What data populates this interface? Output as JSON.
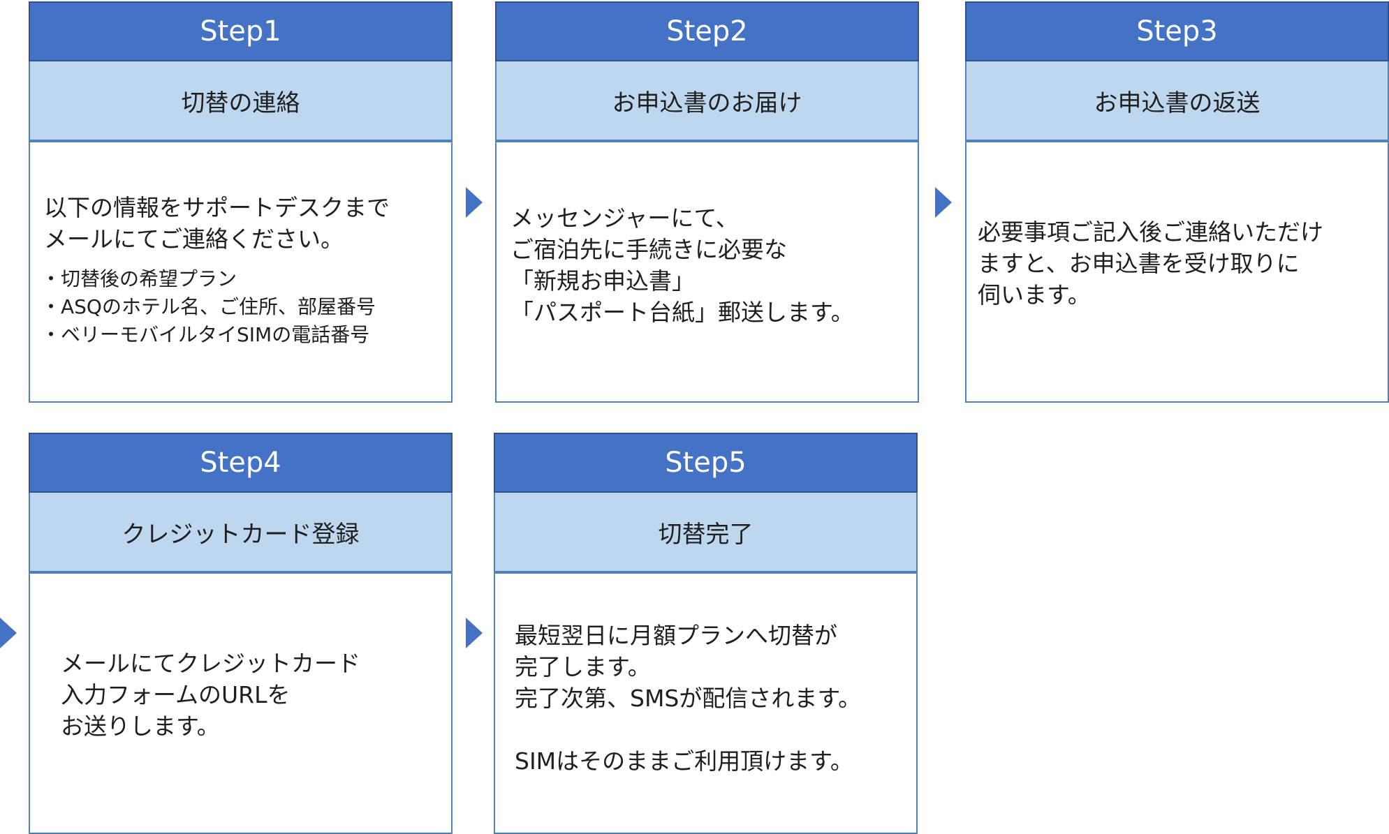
{
  "steps": [
    {
      "header": "Step1",
      "title": "切替の連絡",
      "body": "以下の情報をサポートデスクまで\nメールにてご連絡ください。",
      "bullets": "・切替後の希望プラン\n・ASQのホテル名、ご住所、部屋番号\n・ベリーモバイルタイSIMの電話番号"
    },
    {
      "header": "Step2",
      "title": "お申込書のお届け",
      "body": "メッセンジャーにて、\nご宿泊先に手続きに必要な\n「新規お申込書」\n「パスポート台紙」郵送します。"
    },
    {
      "header": "Step3",
      "title": "お申込書の返送",
      "body": "必要事項ご記入後ご連絡いただけ\nますと、お申込書を受け取りに\n伺います。"
    },
    {
      "header": "Step4",
      "title": "クレジットカード登録",
      "body": "メールにてクレジットカード\n入力フォームのURLを\nお送りします。"
    },
    {
      "header": "Step5",
      "title": "切替完了",
      "body": "最短翌日に月額プランへ切替が\n完了します。\n完了次第、SMSが配信されます。\n\nSIMはそのままご利用頂けます。"
    }
  ],
  "colors": {
    "header_bg": "#4472c4",
    "subheader_bg": "#bdd7ee",
    "border": "#4f81bd",
    "arrow": "#4472c4"
  }
}
